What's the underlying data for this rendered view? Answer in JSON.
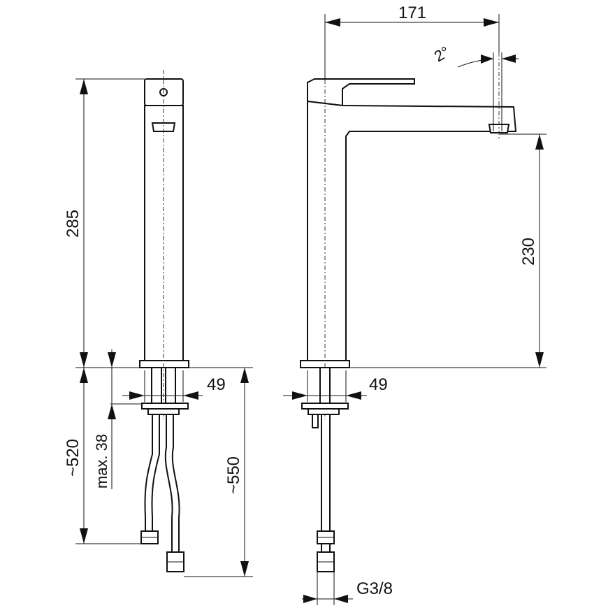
{
  "dimensions": {
    "spout_reach": "171",
    "spout_angle": "2°",
    "total_height": "285",
    "spout_height": "230",
    "base_width_front": "49",
    "base_width_side": "49",
    "hose_length_1": "~520",
    "hose_length_2": "~550",
    "max_counter_thickness": "max. 38",
    "connection_thread": "G3/8"
  }
}
